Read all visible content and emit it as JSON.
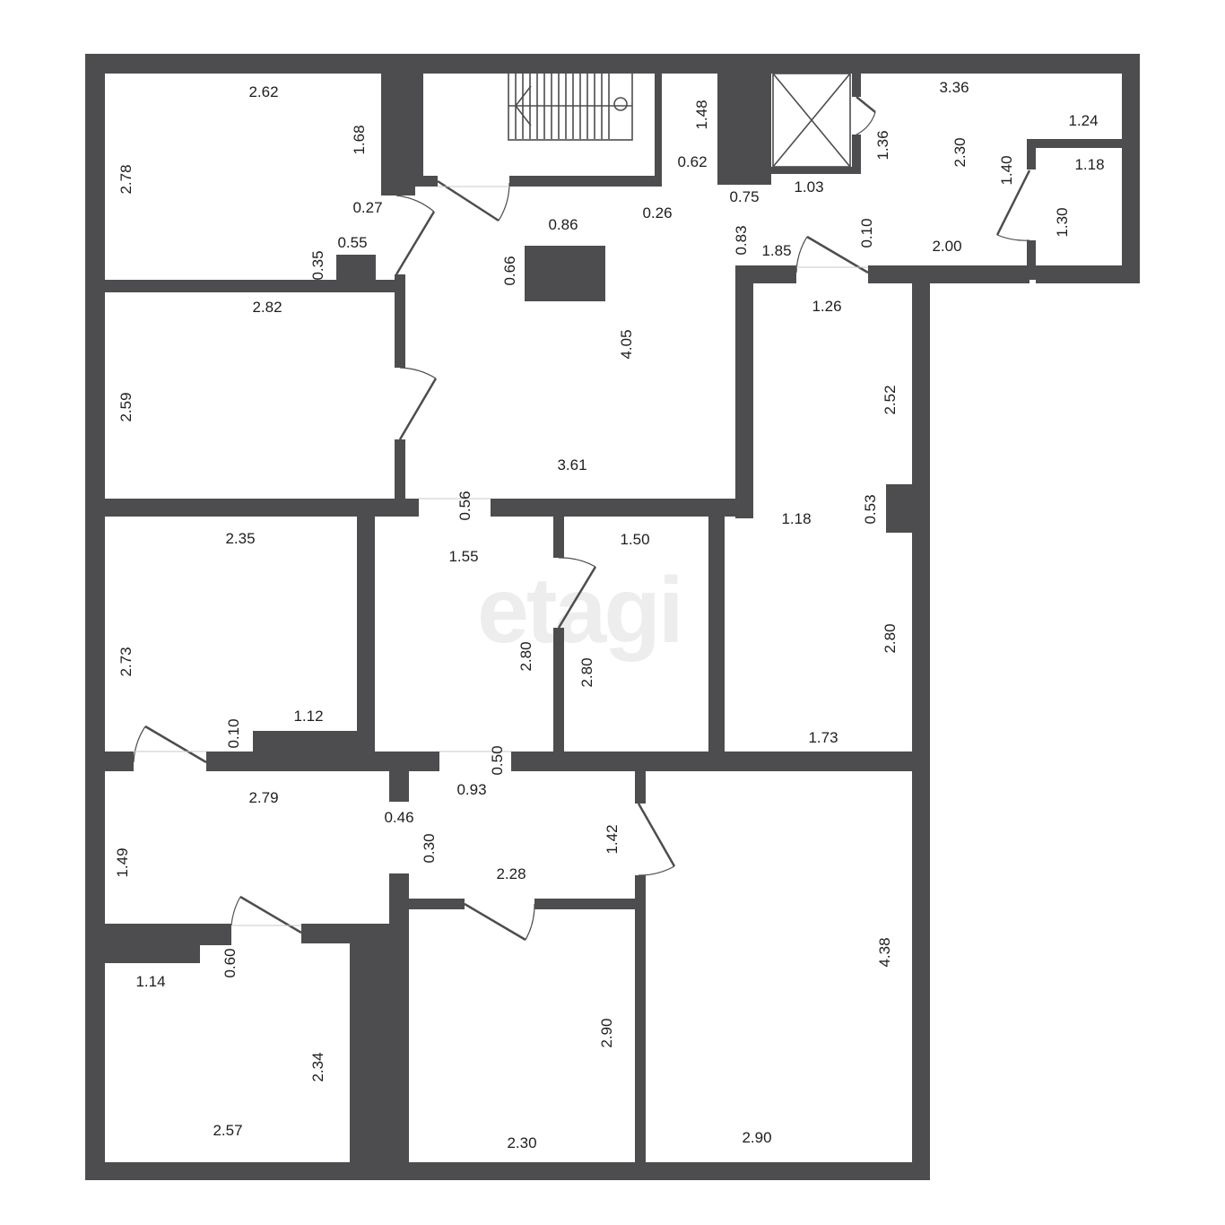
{
  "watermark": "etagi",
  "colors": {
    "wall": "#4d4d4f",
    "background": "#ffffff",
    "text": "#1e1e1e",
    "watermark": "#ededed"
  },
  "icons": [
    "staircase-icon",
    "elevator-shaft-icon"
  ],
  "dimensions": {
    "d1": "2.62",
    "d2": "1.68",
    "d3": "2.78",
    "d4": "0.27",
    "d5": "0.55",
    "d6": "0.35",
    "d7": "1.48",
    "d8": "0.62",
    "d9": "0.75",
    "d10": "1.03",
    "d11": "3.36",
    "d12": "1.36",
    "d13": "2.30",
    "d14": "1.24",
    "d15": "1.40",
    "d16": "1.18",
    "d17": "1.30",
    "d18": "0.86",
    "d19": "0.26",
    "d20": "0.83",
    "d21": "1.85",
    "d22": "0.10",
    "d23": "2.00",
    "d24": "0.66",
    "d25": "2.82",
    "d26": "2.59",
    "d27": "4.05",
    "d28": "3.61",
    "d29": "1.26",
    "d30": "2.52",
    "d31": "0.56",
    "d32": "0.53",
    "d33": "1.18",
    "d34": "2.35",
    "d35": "1.55",
    "d36": "1.50",
    "d37": "2.73",
    "d38": "2.80",
    "d39": "2.80",
    "d40": "2.80",
    "d41": "0.10",
    "d42": "1.12",
    "d43": "1.73",
    "d44": "0.50",
    "d45": "2.79",
    "d46": "0.93",
    "d47": "0.46",
    "d48": "0.30",
    "d49": "1.42",
    "d50": "1.49",
    "d51": "2.28",
    "d52": "0.60",
    "d53": "1.14",
    "d54": "4.38",
    "d55": "2.90",
    "d56": "2.34",
    "d57": "2.57",
    "d58": "2.30",
    "d59": "2.90"
  }
}
